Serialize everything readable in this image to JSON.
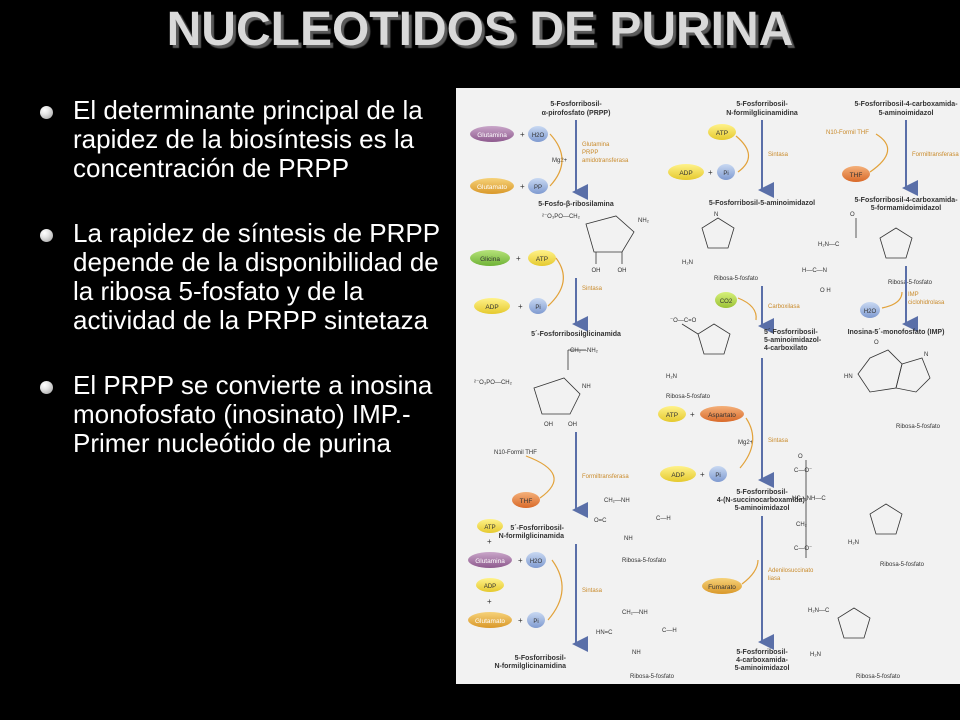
{
  "title": "NUCLEOTIDOS DE PURINA",
  "bullets": [
    "El determinante  principal de la rapidez de la biosíntesis es la concentración de PRPP",
    "La rapidez de síntesis de PRPP  depende de la disponibilidad de la ribosa 5-fosfato  y de la actividad de la PRPP sintetaza",
    "El PRPP se convierte a inosina monofosfato (inosinato) IMP.-Primer nucleótido de purina"
  ],
  "diagram": {
    "col1": {
      "top": [
        "5-Fosforribosil-",
        "α-pirofosfato (PRPP)"
      ],
      "glutamina": "Glutamina",
      "h2o": "H2O",
      "mg": "Mg2+",
      "glutamato": "Glutamato",
      "pp": "PP",
      "enzyme1": [
        "Glutamina",
        "PRPP",
        "amidotransferasa"
      ],
      "fosforibosilamina": "5-Fosfo-β-ribosilamina",
      "glicina": "Glicina",
      "atp": "ATP",
      "adp": "ADP",
      "pi": "Pi",
      "sintasa": "Sintasa",
      "gar": "5´-Fosforribosilglicinamida",
      "n10": "N10-Formil THF",
      "formiltransferasa": "Formiltransferasa",
      "thf": "THF",
      "fgar": [
        "5´-Fosforribosil-",
        "N-formilglicinamida"
      ],
      "atp2": "ATP",
      "glutamina2": "Glutamina",
      "h2o2": "H2O",
      "adp2": "ADP",
      "glutamato2": "Glutamato",
      "pi2": "Pi",
      "sintasa2": "Sintasa",
      "fgam": [
        "5-Fosforribosil-",
        "N-formilglicinamidina"
      ],
      "ribosa": "Ribosa-5-fosfato"
    },
    "col2": {
      "top": [
        "5-Fosforribosil-",
        "N-formilglicinamidina"
      ],
      "atp": "ATP",
      "sintasa": "Sintasa",
      "adp": "ADP",
      "pi": "Pi",
      "air": "5-Fosforribosil-5-aminoimidazol",
      "ribosa": "Ribosa-5-fosfato",
      "co2": "CO2",
      "carboxilasa": "Carboxilasa",
      "cair": [
        "5´-Fosforribosil-",
        "5-aminoimidazol-",
        "4-carboxilato"
      ],
      "atp2": "ATP",
      "aspartato": "Aspartato",
      "mg": "Mg2+",
      "sintasa2": "Sintasa",
      "adp2": "ADP",
      "pi2": "Pi",
      "saicar": [
        "5-Fosforribosil-",
        "4-(N-succinocarboxamida)-",
        "5-aminoimidazol"
      ],
      "fumarato": "Fumarato",
      "adenilo": [
        "Adenilosuccinato",
        "liasa"
      ],
      "aicar": [
        "5-Fosforribosil-",
        "4-carboxamida-",
        "5-aminoimidazol"
      ]
    },
    "col3": {
      "top": [
        "5-Fosforribosil-4-carboxamida-",
        "5-aminoimidazol"
      ],
      "n10": "N10-Formil THF",
      "formiltransferasa": "Formiltransferasa",
      "thf": "THF",
      "faicar": [
        "5-Fosforribosil-4-carboxamida-",
        "5-formamidoimidazol"
      ],
      "h2o": "H2O",
      "imp_enzyme": [
        "IMP",
        "ciclohidrolasa"
      ],
      "imp": "Inosina-5´-monofosfato (IMP)",
      "ribosa": "Ribosa-5-fosfato"
    }
  }
}
